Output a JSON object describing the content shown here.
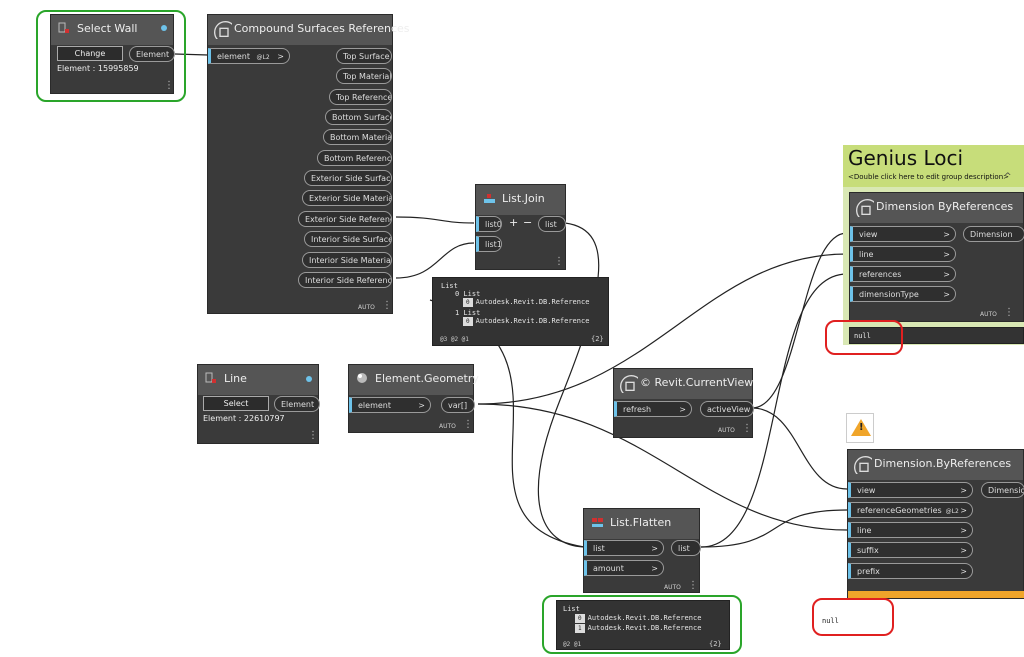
{
  "colors": {
    "canvas": "#ffffff",
    "node_body": "#3a3a3a",
    "node_header": "#555555",
    "wire": "#222222",
    "input_port_accent": "#6ec3ea",
    "group_fill": "#d9e8b4",
    "group_header": "#c7dd7a",
    "warning_accent": "#f0a52a",
    "selection_green": "#2aa52a",
    "annotation_red": "#e02020"
  },
  "select_wall": {
    "title": "Select Wall",
    "change_label": "Change",
    "output": "Element",
    "element_text": "Element : 15995859"
  },
  "compound": {
    "title": "Compound Surfaces References",
    "input": "element",
    "lacing": "@L2",
    "outputs": [
      "Top Surface",
      "Top Material",
      "Top Reference",
      "Bottom Surface",
      "Bottom Material",
      "Bottom Reference",
      "Exterior Side Surface",
      "Exterior Side Material",
      "Exterior Side Reference",
      "Interior Side Surface",
      "Interior Side Material",
      "Interior Side Reference"
    ],
    "auto": "AUTO"
  },
  "list_join": {
    "title": "List.Join",
    "inputs": [
      "list0",
      "list1"
    ],
    "plus": "+",
    "minus": "−",
    "output": "list"
  },
  "join_preview": {
    "root": "List",
    "sub0": "0 List",
    "item0": "Autodesk.Revit.DB.Reference",
    "sub1": "1 List",
    "item1": "Autodesk.Revit.DB.Reference",
    "levels": "@3 @2 @1",
    "count": "{2}",
    "index0": "0"
  },
  "line_node": {
    "title": "Line",
    "select_label": "Select",
    "output": "Element",
    "element_text": "Element : 22610797"
  },
  "geom": {
    "title": "Element.Geometry",
    "input": "element",
    "output": "var[]",
    "auto": "AUTO"
  },
  "current_view": {
    "title": "© Revit.CurrentView",
    "input": "refresh",
    "output": "activeView",
    "auto": "AUTO"
  },
  "group": {
    "title": "Genius Loci",
    "description": "<Double click here to edit group description>"
  },
  "dim1": {
    "title": "Dimension ByReferences",
    "inputs": [
      "view",
      "line",
      "references",
      "dimensionType"
    ],
    "output": "Dimension",
    "auto": "AUTO",
    "preview": "null"
  },
  "dim2": {
    "title": "Dimension.ByReferences",
    "inputs": [
      "view",
      "referenceGeometries",
      "line",
      "suffix",
      "prefix"
    ],
    "lacing": "@L2",
    "output": "Dimension",
    "preview": "null"
  },
  "flatten": {
    "title": "List.Flatten",
    "inputs": [
      "list",
      "amount"
    ],
    "output": "list",
    "auto": "AUTO"
  },
  "flatten_preview": {
    "root": "List",
    "index0": "0",
    "item0": "Autodesk.Revit.DB.Reference",
    "index1": "1",
    "item1": "Autodesk.Revit.DB.Reference",
    "levels": "@2 @1",
    "count": "{2}"
  },
  "dots": "⋮",
  "warning_symbol": "!",
  "chevron": ">",
  "collapse_icon": "^"
}
